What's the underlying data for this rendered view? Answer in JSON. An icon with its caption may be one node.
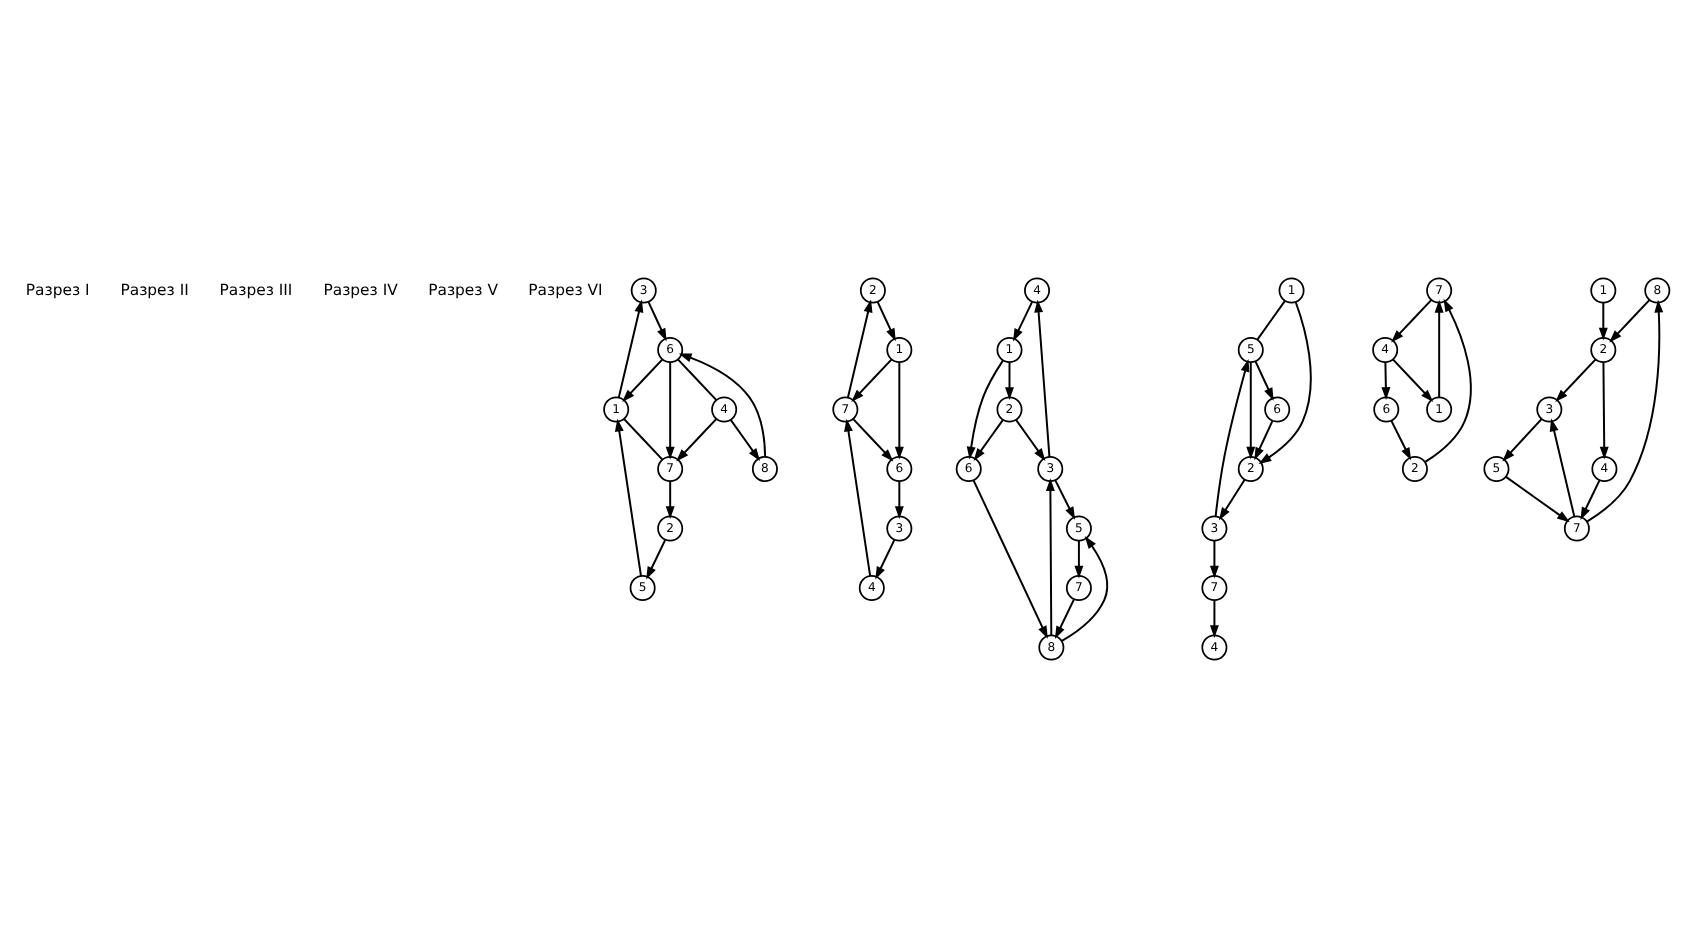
{
  "diagram": {
    "nodes": [
      {
        "text": [
          "3"
        ]
      },
      {
        "text": [
          "8"
        ]
      },
      {
        "text": [
          "5"
        ]
      },
      {
        "text": [
          "1"
        ]
      },
      {
        "text": [
          "6"
        ]
      },
      {
        "text": [
          "4"
        ]
      },
      {
        "text": [
          "2"
        ]
      },
      {
        "text": [
          "7"
        ]
      },
      {
        "text": [
          "2"
        ]
      },
      {
        "text": [
          "7"
        ]
      },
      {
        "text": [
          "4"
        ]
      },
      {
        "text": [
          "3"
        ]
      },
      {
        "text": [
          "1"
        ]
      },
      {
        "text": [
          "6"
        ]
      },
      {
        "text": [
          "4"
        ]
      },
      {
        "text": [
          "5"
        ]
      },
      {
        "text": [
          "7"
        ]
      },
      {
        "text": [
          "1"
        ]
      },
      {
        "text": [
          "2"
        ]
      },
      {
        "text": [
          "3"
        ]
      },
      {
        "text": [
          "8"
        ]
      },
      {
        "text": [
          "6"
        ]
      },
      {
        "text": [
          "5"
        ]
      },
      {
        "text": [
          "6"
        ]
      },
      {
        "text": [
          "1"
        ]
      },
      {
        "text": [
          "2"
        ]
      },
      {
        "text": [
          "3"
        ]
      },
      {
        "text": [
          "7"
        ]
      },
      {
        "text": [
          "4"
        ]
      },
      {
        "text": [
          "7"
        ]
      },
      {
        "text": [
          "2"
        ]
      },
      {
        "text": [
          "1"
        ]
      },
      {
        "text": [
          "4"
        ]
      },
      {
        "text": [
          "6"
        ]
      },
      {
        "text": [
          "8"
        ]
      },
      {
        "text": [
          "5"
        ]
      },
      {
        "text": [
          "1"
        ]
      },
      {
        "text": [
          "2"
        ]
      },
      {
        "text": [
          "3"
        ]
      },
      {
        "text": [
          "7"
        ]
      },
      {
        "text": [
          "4"
        ]
      }
    ],
    "edges": [
      {
        "from": 2,
        "to": 3,
        "arrow": "to"
      },
      {
        "from": 3,
        "to": 0,
        "arrow": "to"
      },
      {
        "from": 0,
        "to": 4,
        "arrow": "to"
      },
      {
        "from": 1,
        "to": 4,
        "arrow": "to"
      },
      {
        "from": 5,
        "to": 1,
        "arrow": "to"
      },
      {
        "from": 4,
        "to": 3,
        "arrow": "to"
      },
      {
        "from": 4,
        "to": 5,
        "arrow": "none"
      },
      {
        "from": 4,
        "to": 7,
        "arrow": "to"
      },
      {
        "from": 5,
        "to": 7,
        "arrow": "to"
      },
      {
        "from": 3,
        "to": 7,
        "arrow": "none"
      },
      {
        "from": 7,
        "to": 6,
        "arrow": "to"
      },
      {
        "from": 6,
        "to": 2,
        "arrow": "to"
      },
      {
        "from": 9,
        "to": 8,
        "arrow": "to"
      },
      {
        "from": 8,
        "to": 12,
        "arrow": "to"
      },
      {
        "from": 12,
        "to": 9,
        "arrow": "to"
      },
      {
        "from": 12,
        "to": 13,
        "arrow": "to"
      },
      {
        "from": 9,
        "to": 13,
        "arrow": "to"
      },
      {
        "from": 13,
        "to": 11,
        "arrow": "to"
      },
      {
        "from": 11,
        "to": 10,
        "arrow": "to"
      },
      {
        "from": 10,
        "to": 9,
        "arrow": "to"
      },
      {
        "from": 14,
        "to": 17,
        "arrow": "to"
      },
      {
        "from": 17,
        "to": 18,
        "arrow": "to"
      },
      {
        "from": 18,
        "to": 19,
        "arrow": "to"
      },
      {
        "from": 19,
        "to": 14,
        "arrow": "to"
      },
      {
        "from": 19,
        "to": 15,
        "arrow": "to"
      },
      {
        "from": 15,
        "to": 16,
        "arrow": "to"
      },
      {
        "from": 16,
        "to": 20,
        "arrow": "to"
      },
      {
        "from": 20,
        "to": 15,
        "arrow": "to"
      },
      {
        "from": 20,
        "to": 19,
        "arrow": "to"
      },
      {
        "from": 18,
        "to": 21,
        "arrow": "to"
      },
      {
        "from": 17,
        "to": 21,
        "arrow": "to"
      },
      {
        "from": 21,
        "to": 20,
        "arrow": "to"
      },
      {
        "from": 24,
        "to": 22,
        "arrow": "none"
      },
      {
        "from": 22,
        "to": 25,
        "arrow": "to"
      },
      {
        "from": 22,
        "to": 23,
        "arrow": "to"
      },
      {
        "from": 23,
        "to": 25,
        "arrow": "to"
      },
      {
        "from": 26,
        "to": 22,
        "arrow": "to"
      },
      {
        "from": 24,
        "to": 25,
        "arrow": "to"
      },
      {
        "from": 25,
        "to": 26,
        "arrow": "to"
      },
      {
        "from": 26,
        "to": 27,
        "arrow": "to"
      },
      {
        "from": 27,
        "to": 28,
        "arrow": "to"
      },
      {
        "from": 30,
        "to": 29,
        "arrow": "to"
      },
      {
        "from": 31,
        "to": 29,
        "arrow": "to"
      },
      {
        "from": 29,
        "to": 32,
        "arrow": "to"
      },
      {
        "from": 32,
        "to": 31,
        "arrow": "to"
      },
      {
        "from": 32,
        "to": 33,
        "arrow": "to"
      },
      {
        "from": 33,
        "to": 30,
        "arrow": "to"
      },
      {
        "from": 34,
        "to": 37,
        "arrow": "to"
      },
      {
        "from": 36,
        "to": 37,
        "arrow": "to"
      },
      {
        "from": 37,
        "to": 38,
        "arrow": "to"
      },
      {
        "from": 39,
        "to": 38,
        "arrow": "to"
      },
      {
        "from": 38,
        "to": 35,
        "arrow": "to"
      },
      {
        "from": 35,
        "to": 39,
        "arrow": "to"
      },
      {
        "from": 39,
        "to": 34,
        "arrow": "to"
      },
      {
        "from": 37,
        "to": 40,
        "arrow": "to"
      },
      {
        "from": 40,
        "to": 39,
        "arrow": "to"
      }
    ],
    "labels": [
      "Разрез I",
      "Разрез II",
      "Разрез III",
      "Разрез IV",
      "Разрез V",
      "Разрез VI"
    ]
  }
}
